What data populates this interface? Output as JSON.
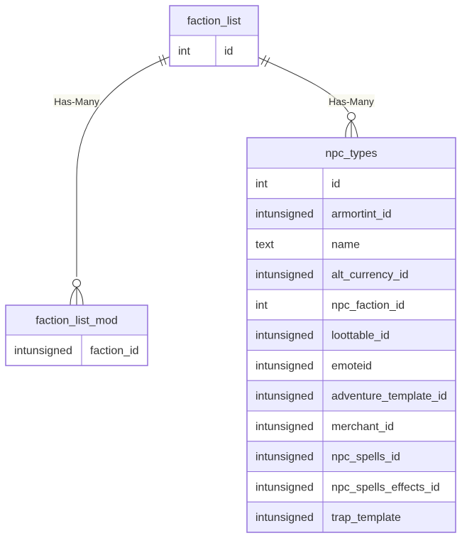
{
  "entities": {
    "faction_list": {
      "name": "faction_list",
      "attributes": [
        {
          "type": "int",
          "name": "id"
        }
      ]
    },
    "faction_list_mod": {
      "name": "faction_list_mod",
      "attributes": [
        {
          "type": "intunsigned",
          "name": "faction_id"
        }
      ]
    },
    "npc_types": {
      "name": "npc_types",
      "attributes": [
        {
          "type": "int",
          "name": "id"
        },
        {
          "type": "intunsigned",
          "name": "armortint_id"
        },
        {
          "type": "text",
          "name": "name"
        },
        {
          "type": "intunsigned",
          "name": "alt_currency_id"
        },
        {
          "type": "int",
          "name": "npc_faction_id"
        },
        {
          "type": "intunsigned",
          "name": "loottable_id"
        },
        {
          "type": "intunsigned",
          "name": "emoteid"
        },
        {
          "type": "intunsigned",
          "name": "adventure_template_id"
        },
        {
          "type": "intunsigned",
          "name": "merchant_id"
        },
        {
          "type": "intunsigned",
          "name": "npc_spells_id"
        },
        {
          "type": "intunsigned",
          "name": "npc_spells_effects_id"
        },
        {
          "type": "intunsigned",
          "name": "trap_template"
        }
      ]
    }
  },
  "relationships": [
    {
      "from": "faction_list",
      "to": "faction_list_mod",
      "label": "Has-Many"
    },
    {
      "from": "faction_list",
      "to": "npc_types",
      "label": "Has-Many"
    }
  ],
  "colors": {
    "border": "#9370DB",
    "header_fill": "#ECECFF",
    "row_odd": "#FFFFFF",
    "row_even": "#ECECFF",
    "label_bg": "#F5F5E6",
    "line": "#333333",
    "text": "#333333"
  }
}
